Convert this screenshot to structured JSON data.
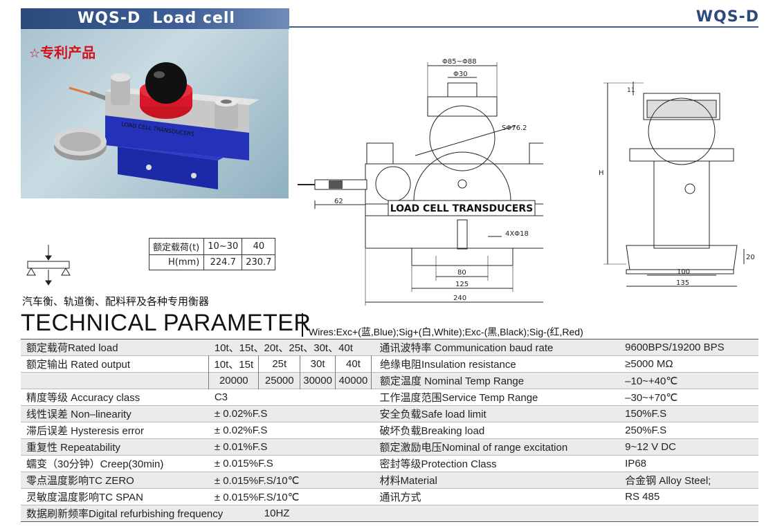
{
  "header": {
    "title": "WQS-D  Load cell",
    "model": "WQS-D"
  },
  "photo": {
    "patent_star": "☆",
    "patent_text": "专利产品",
    "engraving": "LOAD CELL TRANSDUCERS"
  },
  "drawing": {
    "dim_top_outer": "Φ85~Φ88",
    "dim_top_inner": "Φ30",
    "dim_sphere": "SΦ76.2",
    "dim_cable": "62",
    "body_label": "LOAD CELL TRANSDUCERS",
    "dim_holes": "4XΦ18",
    "dim_80": "80",
    "dim_125": "125",
    "dim_240": "240",
    "side_dim_11": "11",
    "side_dim_h": "H",
    "side_dim_20": "20",
    "side_dim_100": "100",
    "side_dim_135": "135"
  },
  "load_table": {
    "row1": [
      "额定载荷(t)",
      "10~30",
      "40"
    ],
    "row2": [
      "H(mm)",
      "224.7",
      "230.7"
    ]
  },
  "usage_text": "汽车衡、轨道衡、配料秤及各种专用衡器",
  "technical": {
    "heading": "TECHNICAL PARAMETER",
    "wires": "Wires:Exc+(蓝,Blue);Sig+(白,White);Exc-(黑,Black);Sig-(红,Red)",
    "rated_load_label": "额定载荷Rated load",
    "rated_load_value": "10t、15t、20t、25t、30t、40t",
    "rated_output_label": "额定输出 Rated output",
    "output_headers": [
      "10t、15t",
      "25t",
      "30t",
      "40t"
    ],
    "output_values": [
      "20000",
      "25000",
      "30000",
      "40000"
    ],
    "left_rows": [
      {
        "label": "精度等级 Accuracy class",
        "value": "C3"
      },
      {
        "label": "线性误差 Non–linearity",
        "value": "± 0.02%F.S"
      },
      {
        "label": "滞后误差 Hysteresis error",
        "value": "± 0.02%F.S"
      },
      {
        "label": "重复性 Repeatability",
        "value": "± 0.01%F.S"
      },
      {
        "label": "蠕变（30分钟）Creep(30min)",
        "value": "± 0.015%F.S"
      },
      {
        "label": "零点温度影响TC ZERO",
        "value": "± 0.015%F.S/10℃"
      },
      {
        "label": "灵敏度温度影响TC SPAN",
        "value": "± 0.015%F.S/10℃"
      }
    ],
    "right_rows": [
      {
        "label": "通讯波特率 Communication baud rate",
        "value": "9600BPS/19200 BPS"
      },
      {
        "label": "绝缘电阻Insulation resistance",
        "value": "≥5000 MΩ"
      },
      {
        "label": "额定温度 Nominal Temp Range",
        "value": "–10~+40℃"
      },
      {
        "label": "工作温度范围Service Temp Range",
        "value": "–30~+70℃"
      },
      {
        "label": "安全负载Safe load limit",
        "value": "150%F.S"
      },
      {
        "label": "破坏负载Breaking load",
        "value": "250%F.S"
      },
      {
        "label": "额定激励电压Nominal of range excitation",
        "value": "9~12 V DC"
      },
      {
        "label": "密封等级Protection Class",
        "value": "IP68"
      },
      {
        "label": "材料Material",
        "value": "合金钢 Alloy Steel;"
      },
      {
        "label": "通讯方式",
        "value": "RS 485"
      }
    ],
    "refresh_label": "数据刷新频率Digital refurbishing frequency",
    "refresh_value": "10HZ"
  },
  "colors": {
    "title_bar": "#2c4a7c",
    "patent_red": "#d0121b",
    "row_shade": "#ebebeb"
  }
}
